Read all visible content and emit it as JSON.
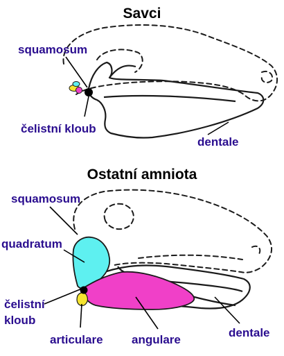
{
  "top_panel": {
    "title": "Savci",
    "labels": {
      "squamosum": "squamosum",
      "jaw_joint": "čelistní kloub",
      "dentale": "dentale"
    }
  },
  "bottom_panel": {
    "title": "Ostatní amniota",
    "labels": {
      "squamosum": "squamosum",
      "quadratum": "quadratum",
      "jaw_joint_line1": "čelistní",
      "jaw_joint_line2": "kloub",
      "articulare": "articulare",
      "angulare": "angulare",
      "dentale": "dentale"
    }
  },
  "colors": {
    "label_text": "#2a0d8f",
    "quadratum": "#5ef0f0",
    "angulare": "#f040c8",
    "articulare": "#f5e430",
    "ear_yellow": "#f5e430",
    "ear_cyan": "#5ef0f0",
    "ear_pink": "#f040c8",
    "joint": "#000000"
  }
}
